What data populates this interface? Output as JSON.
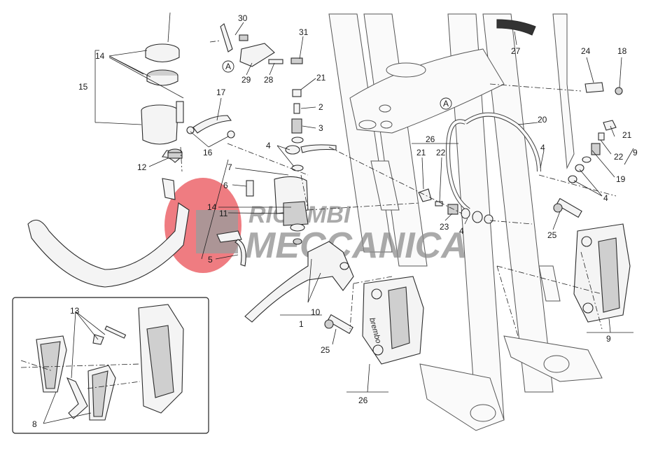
{
  "watermark": {
    "line1": "RICAMBI",
    "line2": "MECCANICA",
    "brand_color": "#e5333a",
    "text_color": "#8a8a8a"
  },
  "caliper_branding": "brembo",
  "callouts": {
    "c1": "1",
    "c2": "2",
    "c3": "3",
    "c4a": "4",
    "c4b": "4",
    "c4c": "4",
    "c4d": "4",
    "c5": "5",
    "c6": "6",
    "c7": "7",
    "c8": "8",
    "c9a": "9",
    "c9b": "9",
    "c10": "10",
    "c11": "11",
    "c12": "12",
    "c13": "13",
    "c14": "14",
    "c15": "15",
    "c16": "16",
    "c17": "17",
    "c18": "18",
    "c19": "19",
    "c20": "20",
    "c21a": "21",
    "c21b": "21",
    "c21c": "21",
    "c22a": "22",
    "c22b": "22",
    "c23": "23",
    "c24": "24",
    "c25a": "25",
    "c25b": "25",
    "c26a": "26",
    "c26b": "26",
    "c27": "27",
    "c28": "28",
    "c29": "29",
    "c30": "30",
    "c31": "31",
    "c14b": "14",
    "refA1": "A",
    "refA2": "A"
  }
}
